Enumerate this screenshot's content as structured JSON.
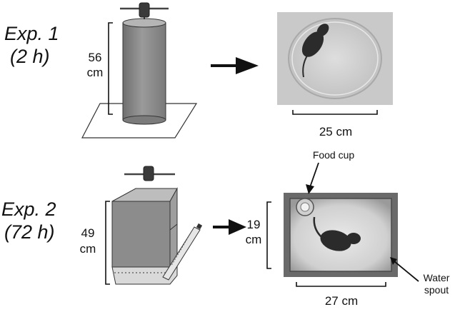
{
  "experiment1": {
    "title": "Exp. 1",
    "duration": "(2 h)",
    "height_value": "56",
    "height_unit": "cm",
    "arena_label": "25 cm"
  },
  "experiment2": {
    "title": "Exp. 2",
    "duration": "(72 h)",
    "height_value": "49",
    "height_unit": "cm",
    "arena_height_value": "19",
    "arena_height_unit": "cm",
    "arena_width_label": "27 cm",
    "food_cup_label": "Food cup",
    "water_spout_line1": "Water",
    "water_spout_line2": "spout"
  }
}
